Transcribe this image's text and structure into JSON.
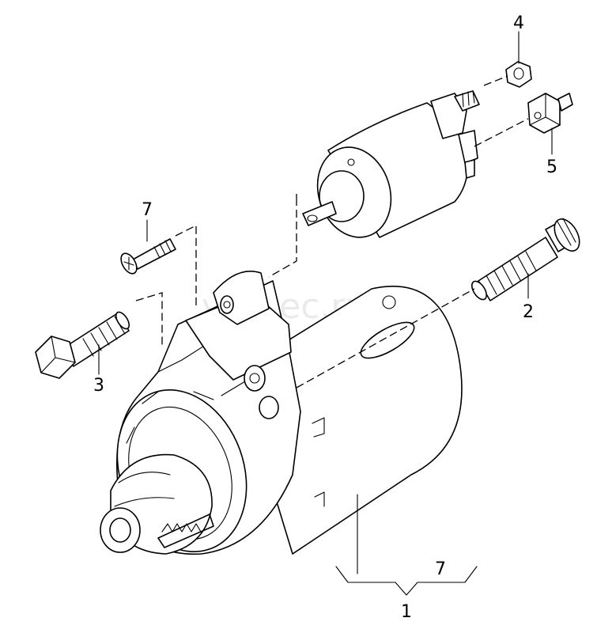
{
  "watermark": "vagtec.ru",
  "callouts": {
    "starter_motor": "1",
    "starter_qty": "7",
    "bolt_right": "2",
    "bolt_left": "3",
    "nut": "4",
    "connector": "5",
    "screw": "7"
  }
}
